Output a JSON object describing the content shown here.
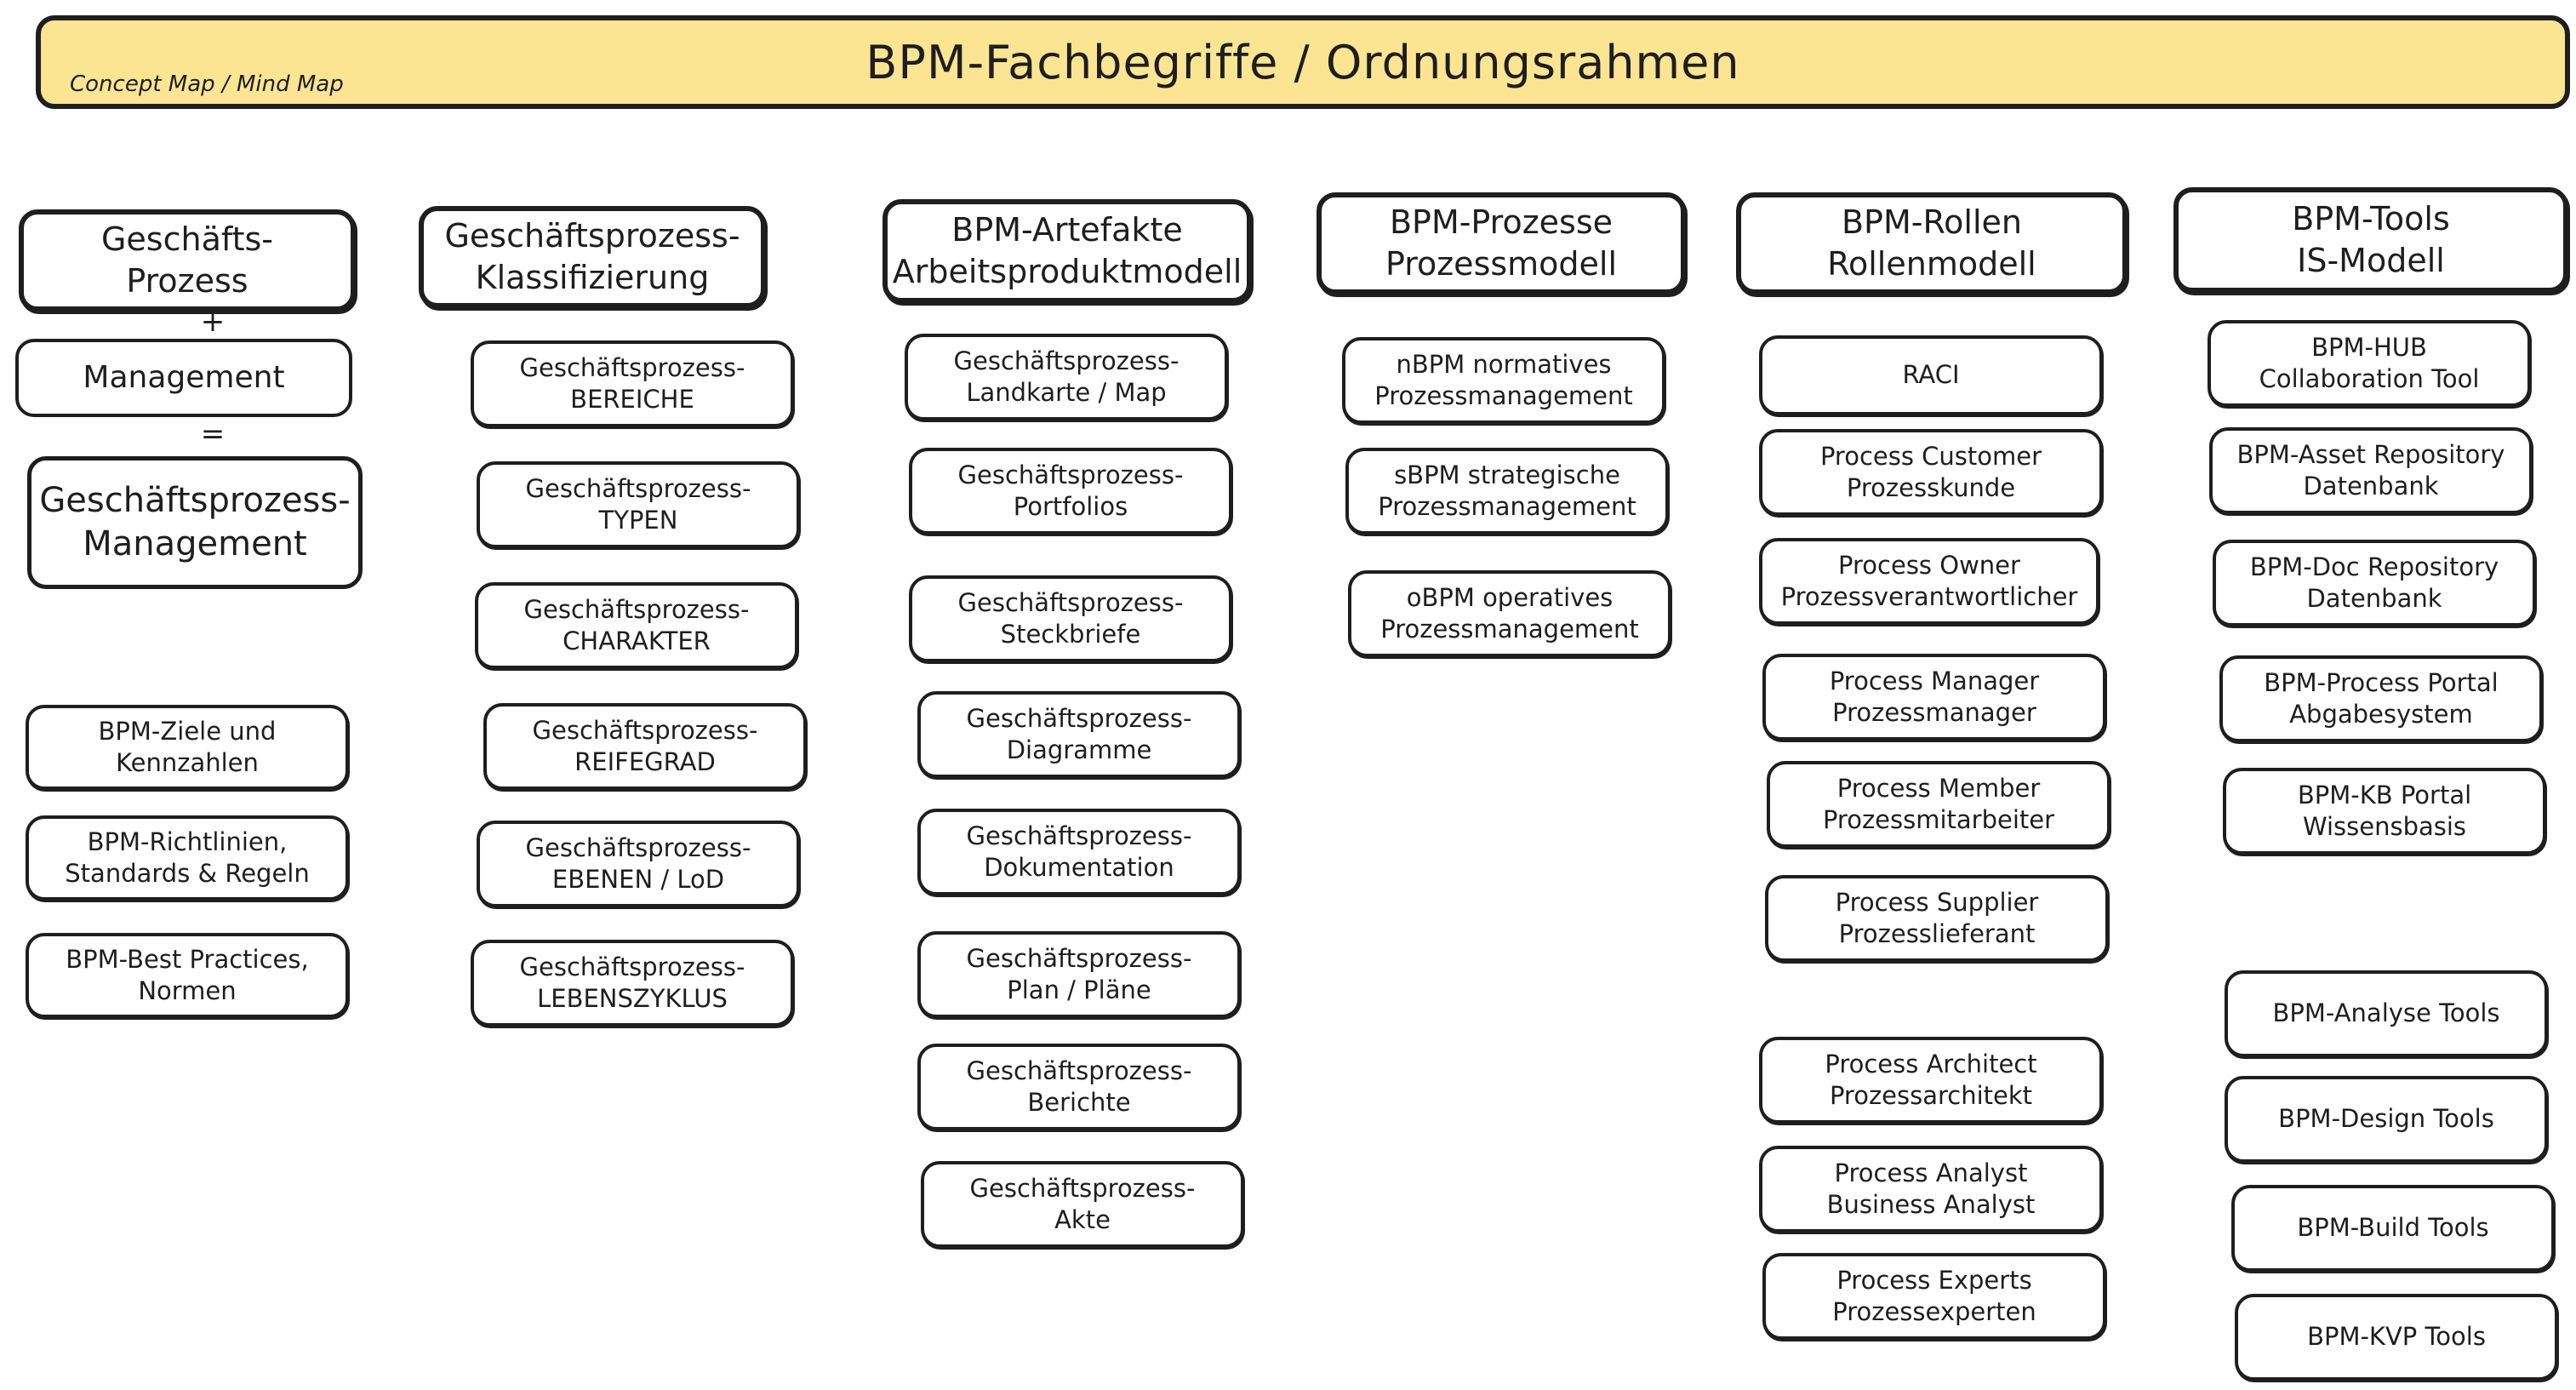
{
  "banner": {
    "title": "BPM-Fachbegriffe / Ordnungsrahmen",
    "subtitle": "Concept Map / Mind Map"
  },
  "col1": {
    "header": "Geschäfts-\nProzess",
    "op_plus": "+",
    "management": "Management",
    "op_equals": "=",
    "result": "Geschäftsprozess-\nManagement",
    "items": [
      "BPM-Ziele und\nKennzahlen",
      "BPM-Richtlinien,\nStandards & Regeln",
      "BPM-Best Practices,\nNormen"
    ]
  },
  "col2": {
    "header": "Geschäftsprozess-\nKlassifizierung",
    "items": [
      "Geschäftsprozess-\nBEREICHE",
      "Geschäftsprozess-\nTYPEN",
      "Geschäftsprozess-\nCHARAKTER",
      "Geschäftsprozess-\nREIFEGRAD",
      "Geschäftsprozess-\nEBENEN / LoD",
      "Geschäftsprozess-\nLEBENSZYKLUS"
    ]
  },
  "col3": {
    "header": "BPM-Artefakte\nArbeitsproduktmodell",
    "items": [
      "Geschäftsprozess-\nLandkarte / Map",
      "Geschäftsprozess-\nPortfolios",
      "Geschäftsprozess-\nSteckbriefe",
      "Geschäftsprozess-\nDiagramme",
      "Geschäftsprozess-\nDokumentation",
      "Geschäftsprozess-\nPlan / Pläne",
      "Geschäftsprozess-\nBerichte",
      "Geschäftsprozess-\nAkte"
    ]
  },
  "col4": {
    "header": "BPM-Prozesse\nProzessmodell",
    "items": [
      "nBPM normatives\nProzessmanagement",
      "sBPM strategische\nProzessmanagement",
      "oBPM operatives\nProzessmanagement"
    ]
  },
  "col5": {
    "header": "BPM-Rollen\nRollenmodell",
    "items": [
      "RACI",
      "Process Customer\nProzesskunde",
      "Process Owner\nProzessverantwortlicher",
      "Process Manager\nProzessmanager",
      "Process Member\nProzessmitarbeiter",
      "Process Supplier\nProzesslieferant",
      "Process Architect\nProzessarchitekt",
      "Process Analyst\nBusiness Analyst",
      "Process Experts\nProzessexperten"
    ]
  },
  "col6": {
    "header": "BPM-Tools\nIS-Modell",
    "items": [
      "BPM-HUB\nCollaboration Tool",
      "BPM-Asset Repository\nDatenbank",
      "BPM-Doc Repository\nDatenbank",
      "BPM-Process Portal\nAbgabesystem",
      "BPM-KB Portal\nWissensbasis",
      "BPM-Analyse Tools",
      "BPM-Design Tools",
      "BPM-Build Tools",
      "BPM-KVP Tools"
    ]
  }
}
